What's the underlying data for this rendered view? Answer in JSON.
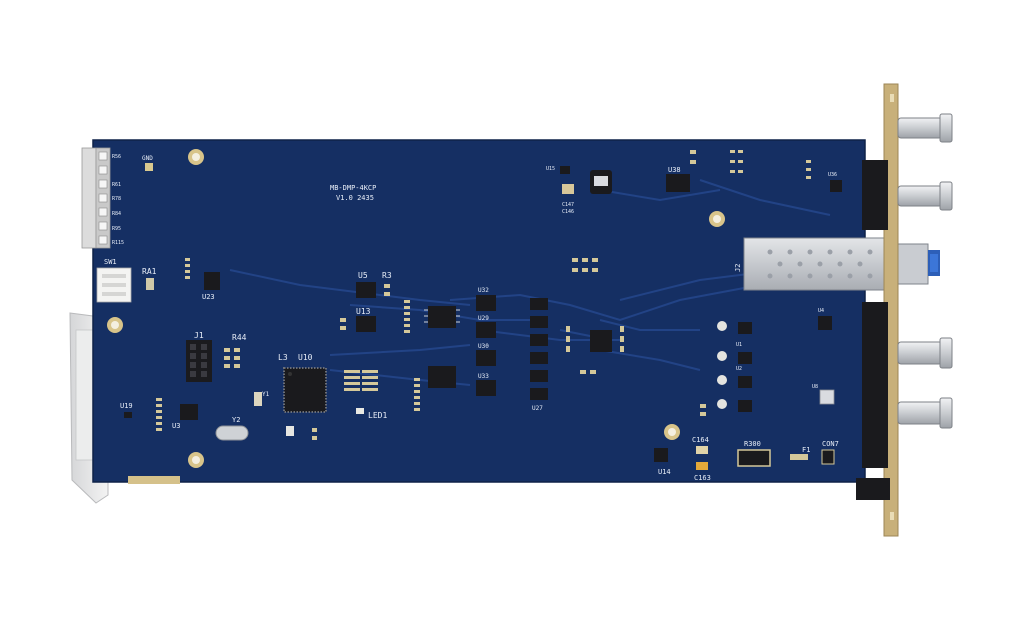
{
  "board": {
    "model": "MB-DMP-4KCP",
    "version": "V1.0 2435",
    "colors": {
      "pcb": "#152f63",
      "bracket": "#c8b07a",
      "bnc": "#d7d9dc",
      "chip": "#1a1a1d"
    }
  },
  "silkscreen": {
    "gnd": "GND",
    "sw1": "SW1",
    "ra1": "RA1",
    "u23": "U23",
    "j1": "J1",
    "r44": "R44",
    "u10": "U10",
    "l3": "L3",
    "y1": "Y1",
    "y2": "Y2",
    "u19": "U19",
    "u3": "U3",
    "u5": "U5",
    "r3": "R3",
    "u13": "U13",
    "led1": "LED1",
    "u32": "U32",
    "u29": "U29",
    "u30": "U30",
    "u33": "U33",
    "u27": "U27",
    "u15": "U15",
    "u38": "U38",
    "c147": "C147",
    "c146": "C146",
    "c164": "C164",
    "c163": "C163",
    "r300": "R300",
    "f1": "F1",
    "con7": "CON7",
    "u14": "U14",
    "u8": "U8",
    "j2": "J2",
    "u1": "U1",
    "u2": "U2",
    "u4": "U4",
    "u36": "U36",
    "r61": "R61",
    "r78": "R78",
    "r84": "R84",
    "r95": "R95",
    "r115": "R115",
    "r56": "R56"
  }
}
